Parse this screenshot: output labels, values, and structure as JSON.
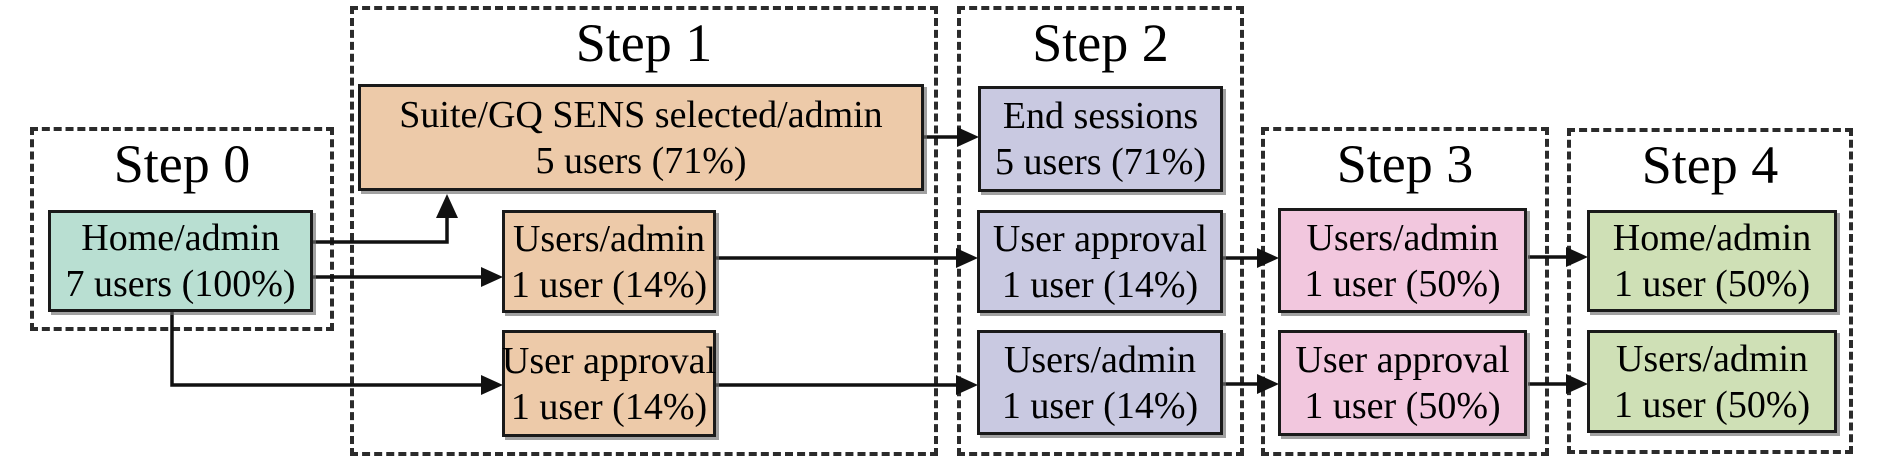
{
  "diagram": {
    "kind": "user-flow",
    "line_color": "#111111",
    "dash_border_color": "#2b2b2b",
    "steps": [
      {
        "label": "Step 0",
        "color": "#b9dfd2",
        "nodes": [
          {
            "title": "Home/admin",
            "stat": "7 users (100%)"
          }
        ]
      },
      {
        "label": "Step 1",
        "color": "#edcaa9",
        "nodes": [
          {
            "title": "Suite/GQ SENS selected/admin",
            "stat": "5 users (71%)"
          },
          {
            "title": "Users/admin",
            "stat": "1 user (14%)"
          },
          {
            "title": "User approval",
            "stat": "1 user (14%)"
          }
        ]
      },
      {
        "label": "Step 2",
        "color": "#c9c9e1",
        "nodes": [
          {
            "title": "End sessions",
            "stat": "5 users (71%)"
          },
          {
            "title": "User approval",
            "stat": "1 user (14%)"
          },
          {
            "title": "Users/admin",
            "stat": "1 user (14%)"
          }
        ]
      },
      {
        "label": "Step 3",
        "color": "#f2c7de",
        "nodes": [
          {
            "title": "Users/admin",
            "stat": "1 user (50%)"
          },
          {
            "title": "User approval",
            "stat": "1 user (50%)"
          }
        ]
      },
      {
        "label": "Step 4",
        "color": "#cfe0b6",
        "nodes": [
          {
            "title": "Home/admin",
            "stat": "1 user (50%)"
          },
          {
            "title": "Users/admin",
            "stat": "1 user (50%)"
          }
        ]
      }
    ],
    "edges": [
      {
        "from": "Step 0 / Home/admin",
        "to": "Step 1 / Suite/GQ SENS selected/admin"
      },
      {
        "from": "Step 0 / Home/admin",
        "to": "Step 1 / Users/admin"
      },
      {
        "from": "Step 0 / Home/admin",
        "to": "Step 1 / User approval"
      },
      {
        "from": "Step 1 / Suite/GQ SENS selected/admin",
        "to": "Step 2 / End sessions"
      },
      {
        "from": "Step 1 / Users/admin",
        "to": "Step 2 / User approval"
      },
      {
        "from": "Step 1 / User approval",
        "to": "Step 2 / Users/admin"
      },
      {
        "from": "Step 2 / User approval",
        "to": "Step 3 / Users/admin"
      },
      {
        "from": "Step 2 / Users/admin",
        "to": "Step 3 / User approval"
      },
      {
        "from": "Step 3 / Users/admin",
        "to": "Step 4 / Home/admin"
      },
      {
        "from": "Step 3 / User approval",
        "to": "Step 4 / Users/admin"
      }
    ]
  }
}
